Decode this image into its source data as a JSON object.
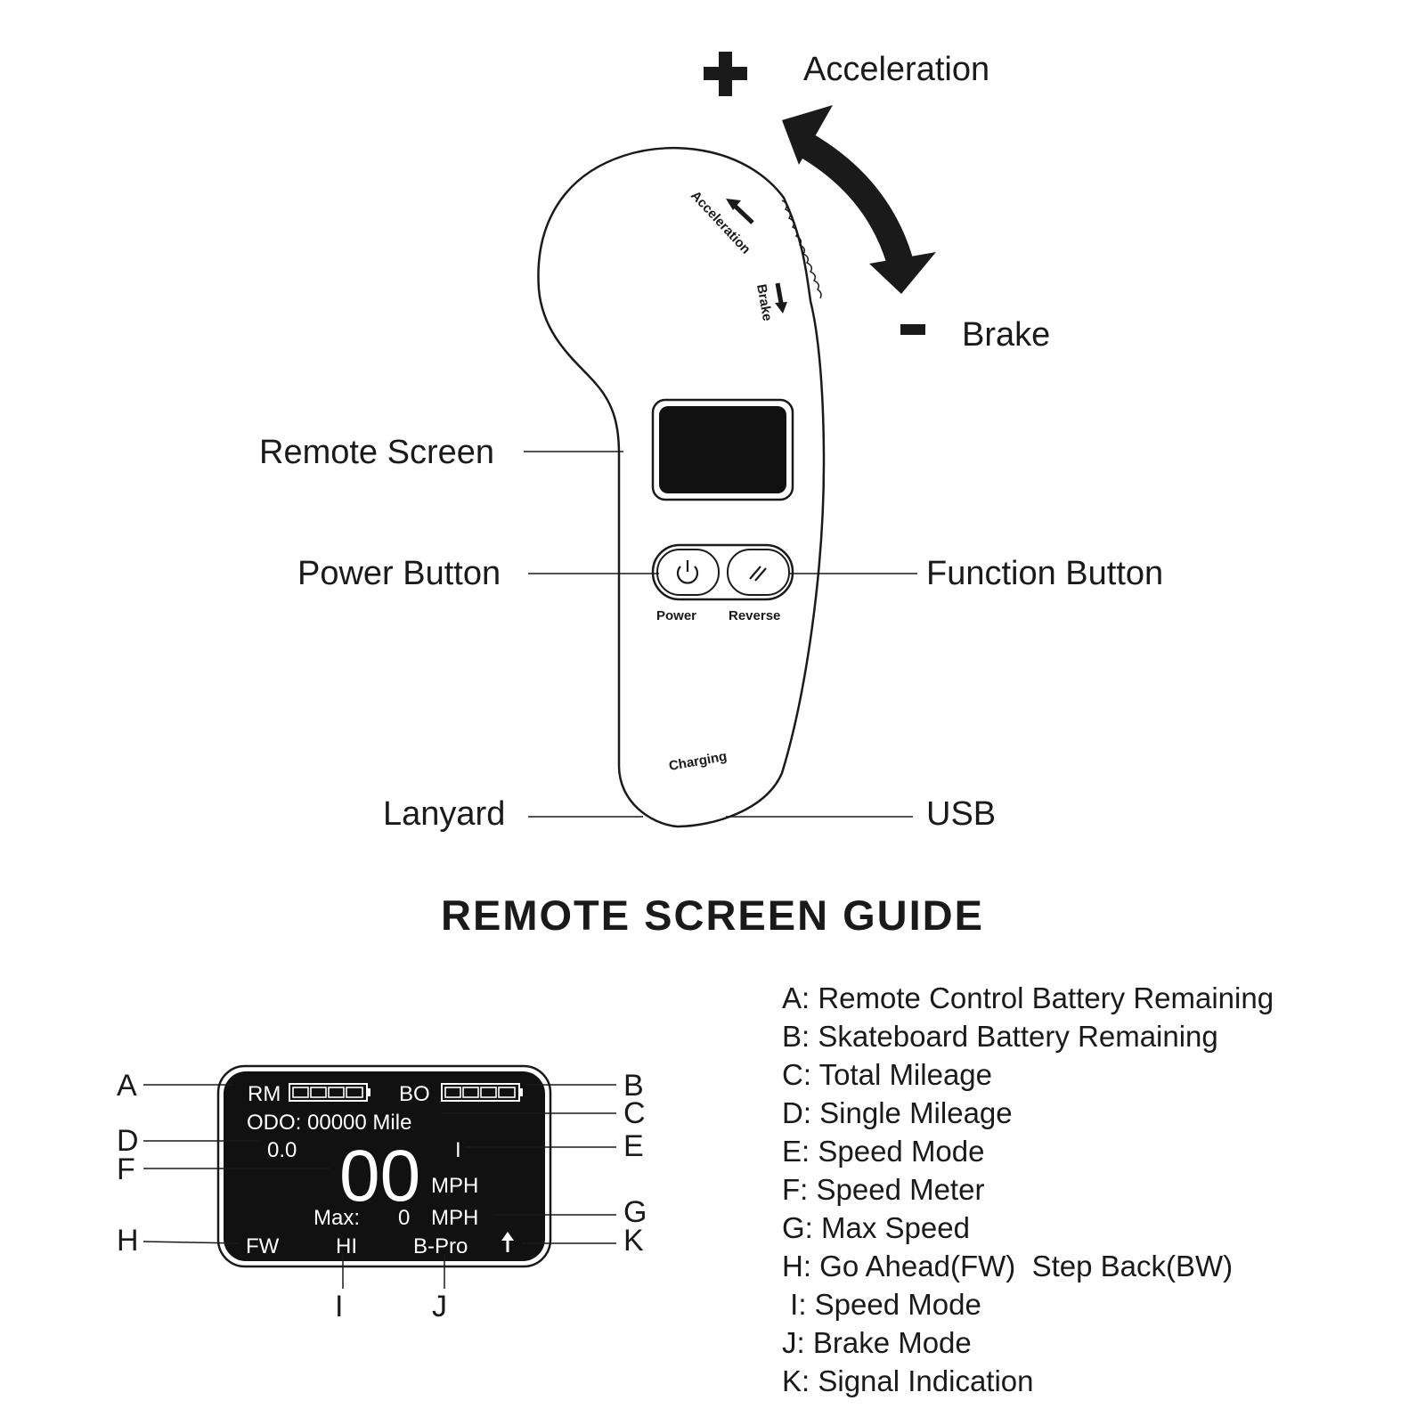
{
  "remote": {
    "acceleration_label": "Acceleration",
    "brake_label": "Brake",
    "remote_screen_label": "Remote Screen",
    "power_button_label": "Power Button",
    "function_button_label": "Function Button",
    "lanyard_label": "Lanyard",
    "usb_label": "USB",
    "body_acceleration": "Acceleration",
    "body_brake": "Brake",
    "power_caption": "Power",
    "reverse_caption": "Reverse",
    "charging_caption": "Charging"
  },
  "guide_title": "REMOTE SCREEN GUIDE",
  "screen": {
    "rm": "RM",
    "bo": "BO",
    "odo": "ODO: 00000 Mile",
    "trip": "0.0",
    "mode_indicator": "I",
    "speed": "00",
    "speed_unit": "MPH",
    "max_label": "Max:",
    "max_value": "0",
    "max_unit": "MPH",
    "direction": "FW",
    "speed_mode": "HI",
    "brake_mode": "B-Pro"
  },
  "callouts": {
    "A": "A",
    "B": "B",
    "C": "C",
    "D": "D",
    "E": "E",
    "F": "F",
    "G": "G",
    "H": "H",
    "I": "I",
    "J": "J",
    "K": "K"
  },
  "legend": [
    "A: Remote Control Battery Remaining",
    "B: Skateboard Battery Remaining",
    "C: Total Mileage",
    "D: Single Mileage",
    "E: Speed Mode",
    "F: Speed Meter",
    "G: Max Speed",
    "H: Go Ahead(FW)  Step Back(BW)",
    " I: Speed Mode",
    "J: Brake Mode",
    "K: Signal Indication"
  ],
  "icons": [
    "plus-icon",
    "minus-icon",
    "curved-double-arrow-icon",
    "power-icon",
    "reverse-icon",
    "battery-icon",
    "signal-arrow-icon"
  ]
}
